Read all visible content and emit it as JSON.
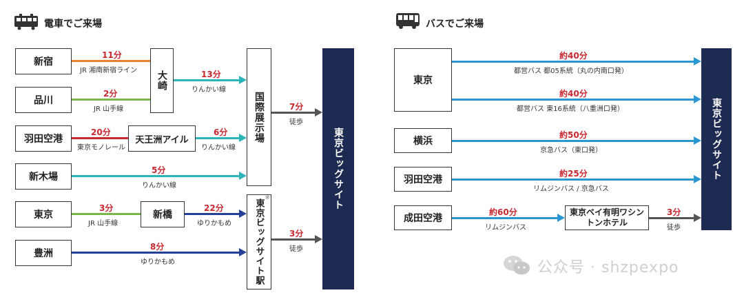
{
  "left": {
    "title": "電車でご来場",
    "origins": [
      "新宿",
      "品川",
      "羽田空港",
      "新木場",
      "東京",
      "豊洲"
    ],
    "hubs": {
      "osaki": "大崎",
      "tennozu": "天王洲アイル",
      "shinbashi": "新橋",
      "kokusai": "国際展示場",
      "bigsight_station": "東京ビッグサイト駅",
      "bigsight": "東京ビッグサイト"
    },
    "routes": [
      {
        "time": "11分",
        "via": "JR 湘南新宿ライン",
        "color": "#e8822a"
      },
      {
        "time": "2分",
        "via": "JR 山手線",
        "color": "#7ab648"
      },
      {
        "time": "20分",
        "via": "東京モノレール",
        "color": "#c8272f"
      },
      {
        "time": "5分",
        "via": "りんかい線",
        "color": "#2bb5b8"
      },
      {
        "time": "3分",
        "via": "JR 山手線",
        "color": "#7ab648"
      },
      {
        "time": "8分",
        "via": "ゆりかもめ",
        "color": "#24409a"
      },
      {
        "time": "13分",
        "via": "りんかい線",
        "color": "#2bb5b8"
      },
      {
        "time": "6分",
        "via": "りんかい線",
        "color": "#2bb5b8"
      },
      {
        "time": "22分",
        "via": "ゆりかもめ",
        "color": "#24409a"
      },
      {
        "time": "7分",
        "via": "徒歩",
        "color": "#555555"
      },
      {
        "time": "3分",
        "via": "徒歩",
        "color": "#555555"
      }
    ]
  },
  "right": {
    "title": "バスでご来場",
    "origins": [
      "東京",
      "横浜",
      "羽田空港",
      "成田空港"
    ],
    "hotel": "東京ベイ有明ワシントンホテル",
    "bigsight": "東京ビッグサイト",
    "routes": [
      {
        "time": "約40分",
        "via": "都営バス 都05系統（丸の内南口発）",
        "color": "#2a97d4"
      },
      {
        "time": "約40分",
        "via": "都営バス 東16系統（八重洲口発）",
        "color": "#2a97d4"
      },
      {
        "time": "約50分",
        "via": "京急バス（東口発）",
        "color": "#2a97d4"
      },
      {
        "time": "約25分",
        "via": "リムジンバス / 京急バス",
        "color": "#2a97d4"
      },
      {
        "time": "約60分",
        "via": "リムジンバス",
        "color": "#2a97d4"
      },
      {
        "time": "3分",
        "via": "徒歩",
        "color": "#555555"
      }
    ]
  },
  "watermark": "公众号 · shzpexpo"
}
